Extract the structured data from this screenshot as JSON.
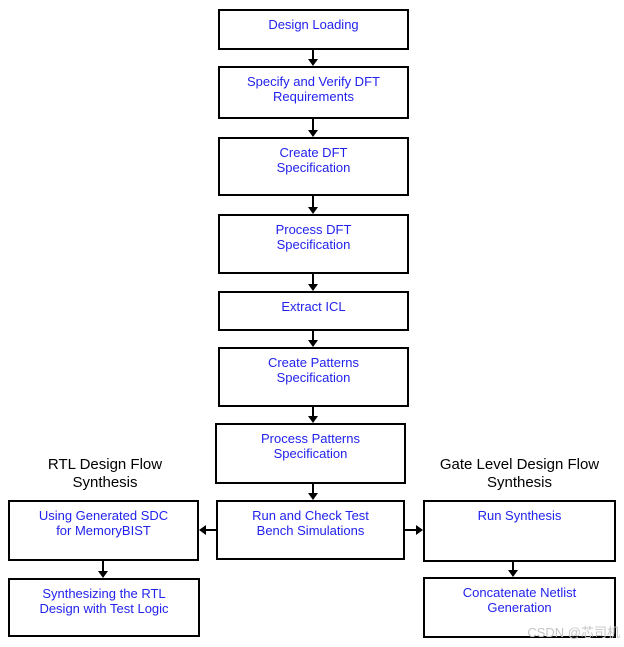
{
  "flowchart": {
    "background": "#ffffff",
    "colors": {
      "box_text": "#2222ee",
      "box_border": "#000000",
      "heading_text": "#000000",
      "arrow": "#000000",
      "watermark": "#c4c4c4"
    },
    "main_flow": [
      {
        "label": "Design Loading"
      },
      {
        "label": "Specify and Verify DFT\nRequirements"
      },
      {
        "label": "Create DFT\nSpecification"
      },
      {
        "label": "Process DFT\nSpecification"
      },
      {
        "label": "Extract ICL"
      },
      {
        "label": "Create Patterns\nSpecification"
      },
      {
        "label": "Process Patterns\nSpecification"
      },
      {
        "label": "Run and Check Test\nBench Simulations"
      }
    ],
    "left_branch": {
      "heading": "RTL Design Flow\nSynthesis",
      "boxes": [
        {
          "label": "Using Generated SDC\nfor MemoryBIST"
        },
        {
          "label": "Synthesizing the RTL\nDesign with Test Logic"
        }
      ]
    },
    "right_branch": {
      "heading": "Gate Level Design Flow\nSynthesis",
      "boxes": [
        {
          "label": "Run Synthesis"
        },
        {
          "label": "Concatenate Netlist\nGeneration"
        }
      ]
    },
    "watermark": "CSDN @芯司机"
  }
}
